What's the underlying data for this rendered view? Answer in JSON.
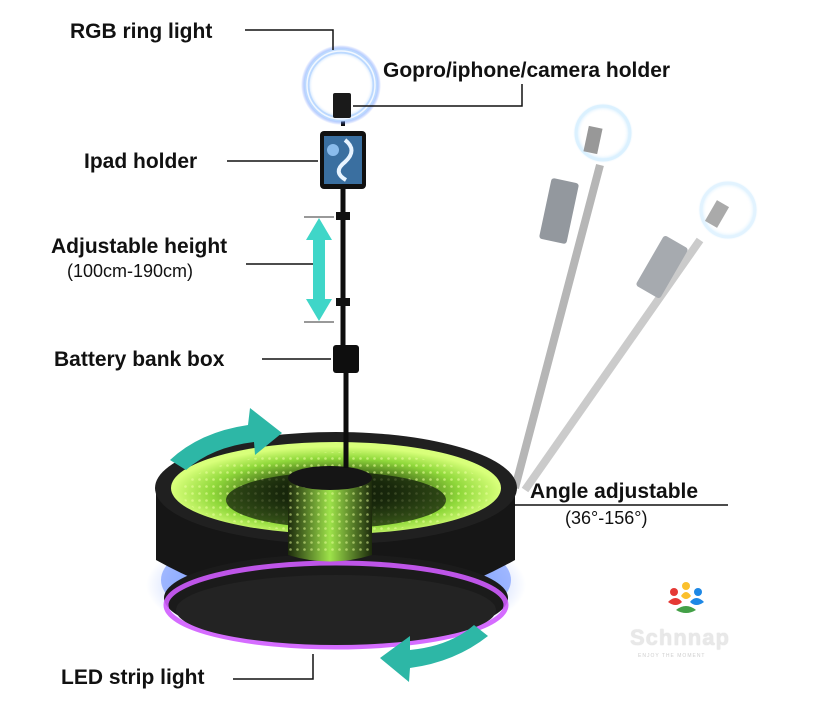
{
  "labels": {
    "ring_light": "RGB ring light",
    "camera_holder": "Gopro/iphone/camera holder",
    "ipad_holder": "Ipad holder",
    "adjustable_height": "Adjustable height",
    "height_range": "(100cm-190cm)",
    "battery_box": "Battery bank box",
    "angle_adjustable": "Angle adjustable",
    "angle_range": "(36°-156°)",
    "led_strip": "LED strip light"
  },
  "logo": {
    "name": "Schnnap",
    "tagline": "ENJOY THE MOMENT"
  },
  "colors": {
    "ring_light": "#6aa8ff",
    "infinity_glow": "#b6ff4a",
    "led_strip": "#c84cff",
    "base_glow": "#4a7bff",
    "arrow": "#2cb5a5",
    "height_arrow": "#3fd6c8",
    "pole": "#111111",
    "ghost_pole": "#8a8a8a"
  }
}
